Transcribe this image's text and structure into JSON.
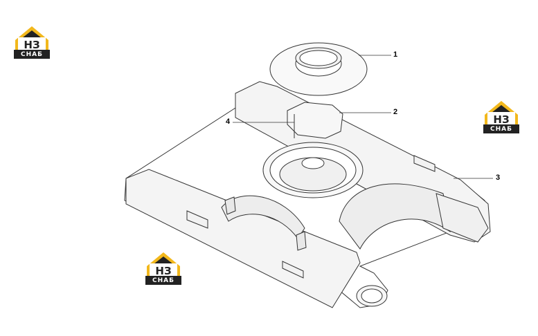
{
  "callouts": [
    {
      "id": "1",
      "label": "1"
    },
    {
      "id": "2",
      "label": "2"
    },
    {
      "id": "3",
      "label": "3"
    },
    {
      "id": "4",
      "label": "4"
    }
  ],
  "watermark": {
    "monogram": "НЗ",
    "word": "СНАБ",
    "colors": {
      "roof": "#f2b81c",
      "box": "#222222",
      "text": "#ffffff"
    }
  },
  "colors": {
    "line": "#333333",
    "fill": "#ffffff",
    "shade": "#e6e6e6"
  }
}
